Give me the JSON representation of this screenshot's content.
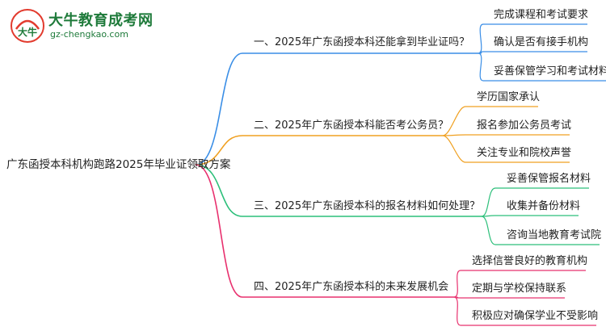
{
  "brand": {
    "name": "大牛教育成考网",
    "url": "gz-chengkao.com",
    "mark_text": "大牛"
  },
  "mindmap": {
    "root": "广东函授本科机构跑路2025年毕业证领取方案",
    "branches": [
      {
        "label": "一、2025年广东函授本科还能拿到毕业证吗？",
        "color": "#3a8ee6",
        "leaves": [
          "完成课程和考试要求",
          "确认是否有接手机构",
          "妥善保管学习和考试材料"
        ]
      },
      {
        "label": "二、2025年广东函授本科能否考公务员？",
        "color": "#f0a020",
        "leaves": [
          "学历国家承认",
          "报名参加公务员考试",
          "关注专业和院校声誉"
        ]
      },
      {
        "label": "三、2025年广东函授本科的报名材料如何处理？",
        "color": "#2cbf7a",
        "leaves": [
          "妥善保管报名材料",
          "收集并备份材料",
          "咨询当地教育考试院"
        ]
      },
      {
        "label": "四、2025年广东函授本科的未来发展机会",
        "color": "#e8306e",
        "leaves": [
          "选择信誉良好的教育机构",
          "定期与学校保持联系",
          "积极应对确保学业不受影响"
        ]
      }
    ]
  }
}
